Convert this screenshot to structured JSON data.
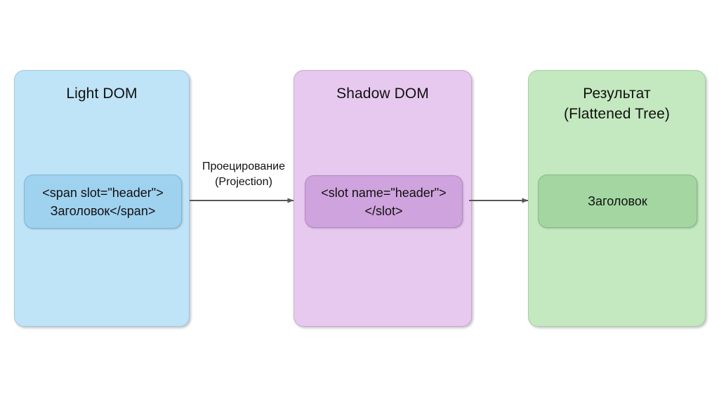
{
  "diagram": {
    "title_hidden": "",
    "panels": [
      {
        "id": "light-dom",
        "title": "Light DOM",
        "fill": "#bfe3f7",
        "stroke": "#9ec9e0",
        "inner": {
          "text": "<span slot=\"header\">\nЗаголовок</span>",
          "fill": "#9fd2ef",
          "stroke": "#7fb6d8"
        }
      },
      {
        "id": "shadow-dom",
        "title": "Shadow DOM",
        "fill": "#e7c9ef",
        "stroke": "#c9a7d4",
        "inner": {
          "text": "<slot name=\"header\">\n</slot>",
          "fill": "#cfa3dd",
          "stroke": "#b389c2"
        }
      },
      {
        "id": "result",
        "title": "Результат\n(Flattened Tree)",
        "fill": "#c4e8bf",
        "stroke": "#a5cfa0",
        "inner": {
          "text": "Заголовок",
          "fill": "#a3d6a0",
          "stroke": "#87bd84"
        }
      }
    ],
    "arrows": [
      {
        "id": "projection",
        "label": "Проецирование\n(Projection)",
        "from": "light-dom",
        "to": "shadow-dom",
        "color": "#575757"
      },
      {
        "id": "flatten",
        "label": "",
        "from": "shadow-dom",
        "to": "result",
        "color": "#575757"
      }
    ],
    "background": "#ffffff"
  }
}
